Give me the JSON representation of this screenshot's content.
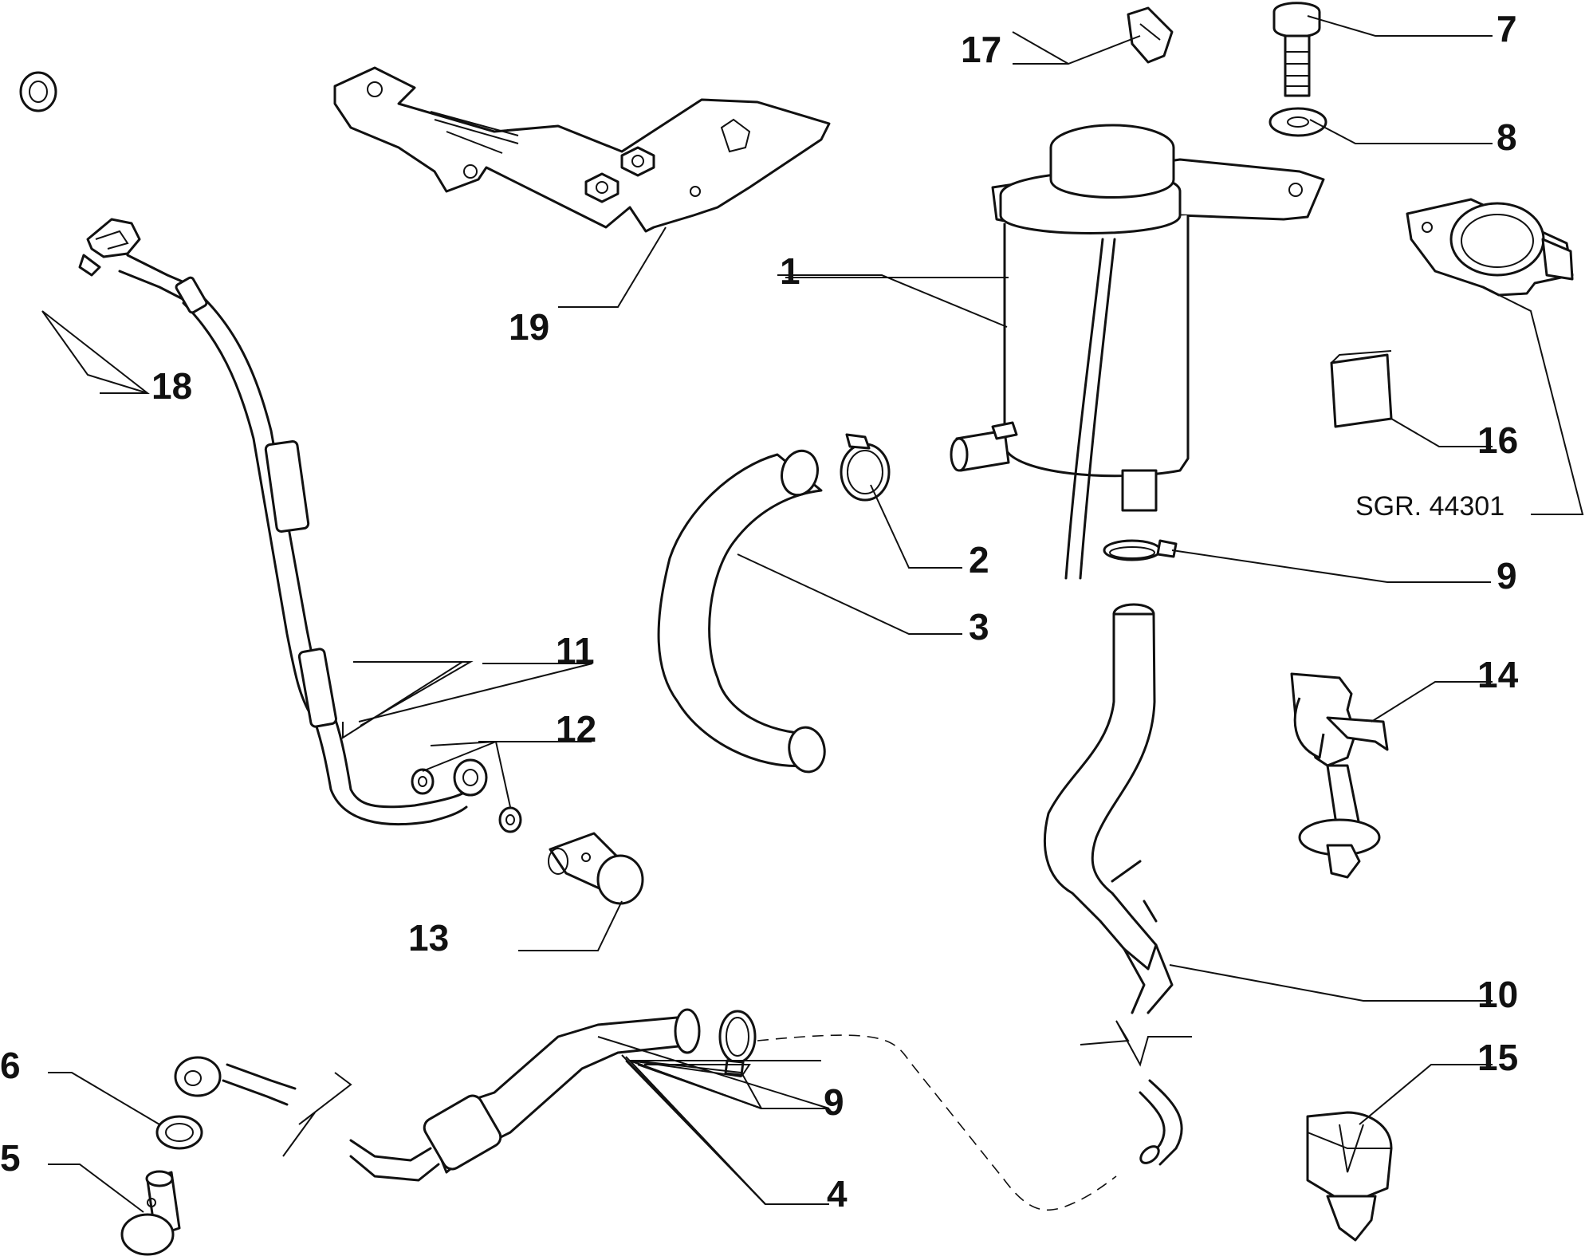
{
  "diagram": {
    "reference": "SGR. 44301",
    "callouts": [
      "1",
      "2",
      "3",
      "4",
      "5",
      "6",
      "7",
      "8",
      "9",
      "9",
      "10",
      "11",
      "12",
      "13",
      "14",
      "15",
      "16",
      "17",
      "18",
      "19"
    ]
  }
}
